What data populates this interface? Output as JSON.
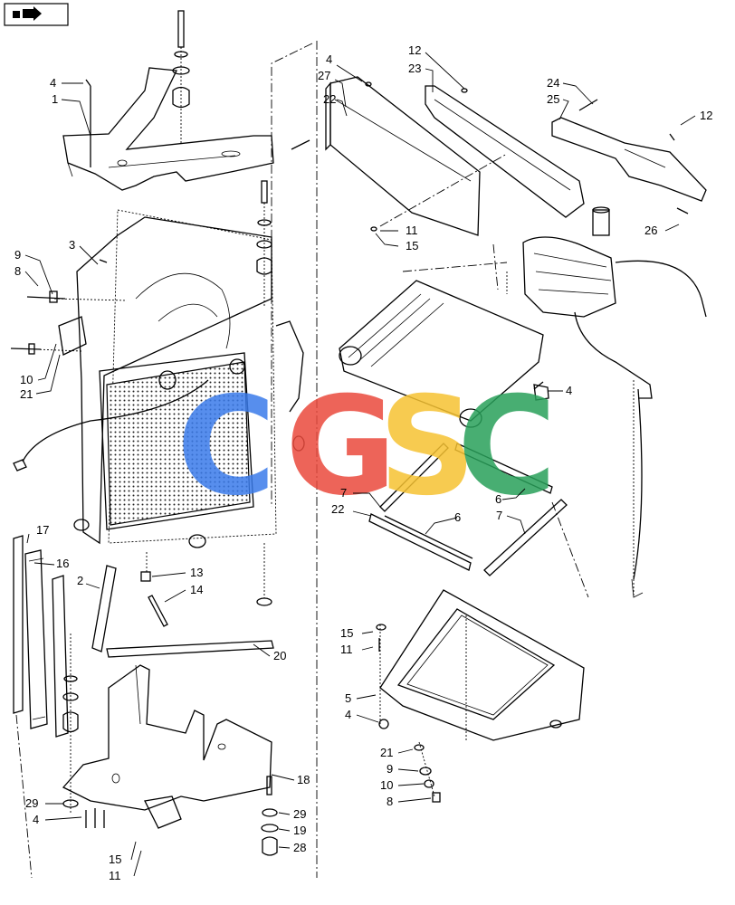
{
  "nav": {
    "icon": "next-page-arrow-icon"
  },
  "watermark": {
    "letters": [
      {
        "char": "C",
        "color": "#3a7bea"
      },
      {
        "char": "G",
        "color": "#ea4a3d"
      },
      {
        "char": "S",
        "color": "#f6c232"
      },
      {
        "char": "C",
        "color": "#29a05a"
      }
    ]
  },
  "callouts": {
    "c1": "1",
    "c2": "2",
    "c3": "3",
    "c4a": "4",
    "c4b": "4",
    "c4c": "4",
    "c4d": "4",
    "c4e": "4",
    "c5": "5",
    "c6a": "6",
    "c6b": "6",
    "c7a": "7",
    "c7b": "7",
    "c8a": "8",
    "c8b": "8",
    "c9a": "9",
    "c9b": "9",
    "c10a": "10",
    "c10b": "10",
    "c11a": "11",
    "c11b": "11",
    "c11c": "11",
    "c12a": "12",
    "c12b": "12",
    "c13": "13",
    "c14": "14",
    "c15a": "15",
    "c15b": "15",
    "c15c": "15",
    "c16": "16",
    "c17": "17",
    "c18": "18",
    "c19": "19",
    "c20": "20",
    "c21a": "21",
    "c21b": "21",
    "c22": "22",
    "c23": "23",
    "c24": "24",
    "c25": "25",
    "c26": "26",
    "c27": "27",
    "c28": "28",
    "c29a": "29",
    "c29b": "29"
  }
}
